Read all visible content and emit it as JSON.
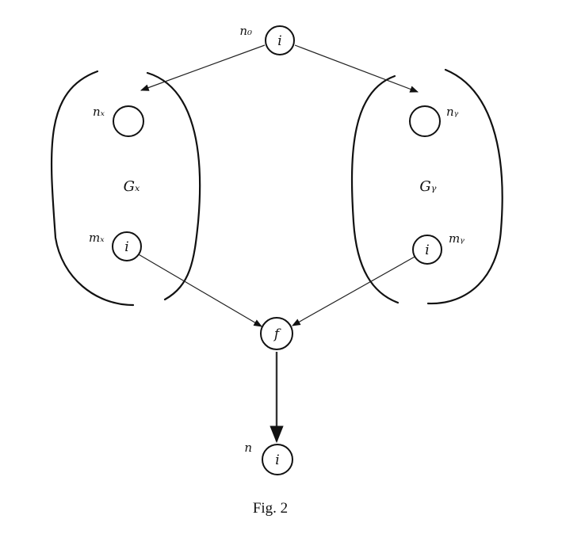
{
  "nodes": {
    "n0": {
      "label": "n₀",
      "symbol": "i"
    },
    "nx": {
      "label": "nₓ",
      "symbol": ""
    },
    "ny": {
      "label": "nᵧ",
      "symbol": ""
    },
    "mx": {
      "label": "mₓ",
      "symbol": "i"
    },
    "my": {
      "label": "mᵧ",
      "symbol": "i"
    },
    "f": {
      "label": "",
      "symbol": "f"
    },
    "n": {
      "label": "n",
      "symbol": "i"
    }
  },
  "graphs": {
    "gx": {
      "label": "Gₓ"
    },
    "gy": {
      "label": "Gᵧ"
    }
  },
  "caption": "Fig. 2"
}
